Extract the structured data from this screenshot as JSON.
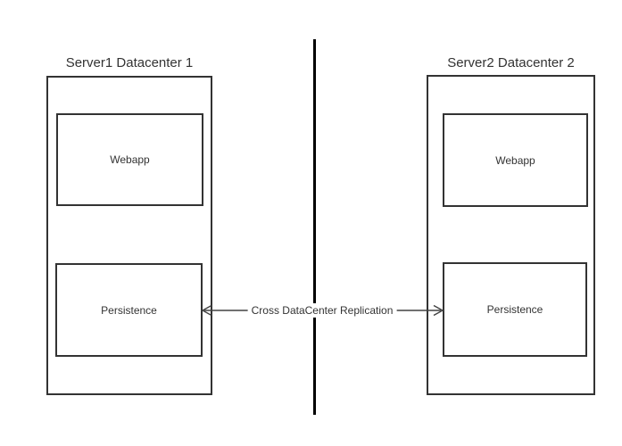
{
  "diagram": {
    "colors": {
      "background": "#ffffff",
      "box_stroke": "#333333",
      "divider": "#000000",
      "arrow": "#424242",
      "text": "#333333"
    },
    "servers": [
      {
        "title": "Server1 Datacenter 1",
        "components": [
          {
            "label": "Webapp"
          },
          {
            "label": "Persistence"
          }
        ]
      },
      {
        "title": "Server2 Datacenter 2",
        "components": [
          {
            "label": "Webapp"
          },
          {
            "label": "Persistence"
          }
        ]
      }
    ],
    "replication": {
      "label": "Cross DataCenter Replication"
    }
  }
}
